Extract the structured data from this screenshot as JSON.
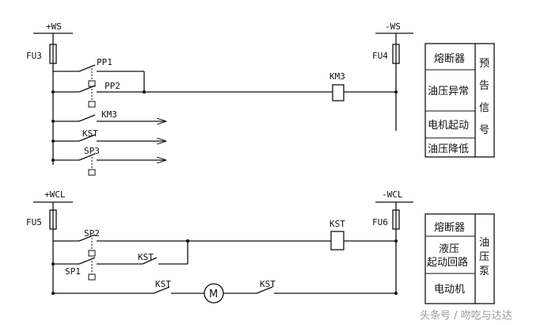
{
  "top_circuit": {
    "bus_pos": "+WS",
    "bus_neg": "-WS",
    "fuse_left": "FU3",
    "fuse_right": "FU4",
    "contact_pp1": "PP1",
    "contact_pp2": "PP2",
    "contact_km3": "KM3",
    "contact_kst": "KST",
    "contact_sp3": "SP3",
    "coil": "KM3",
    "legend": {
      "rows": [
        "熔断器",
        "油压异常",
        "电机起动",
        "油压降低"
      ],
      "side": [
        "预",
        "告",
        "信",
        "号"
      ]
    }
  },
  "bottom_circuit": {
    "bus_pos": "+WCL",
    "bus_neg": "-WCL",
    "fuse_left": "FU5",
    "fuse_right": "FU6",
    "contact_sp2": "SP2",
    "contact_sp1": "SP1",
    "contact_kst_hold": "KST",
    "contact_kst_motor_left": "KST",
    "contact_kst_motor_right": "KST",
    "coil": "KST",
    "motor": "M",
    "legend": {
      "rows": [
        "熔断器",
        "液压",
        "起动回路",
        "电动机"
      ],
      "side": [
        "油",
        "压",
        "泵"
      ]
    }
  },
  "watermark": "头条号 / 吻吃与达达"
}
